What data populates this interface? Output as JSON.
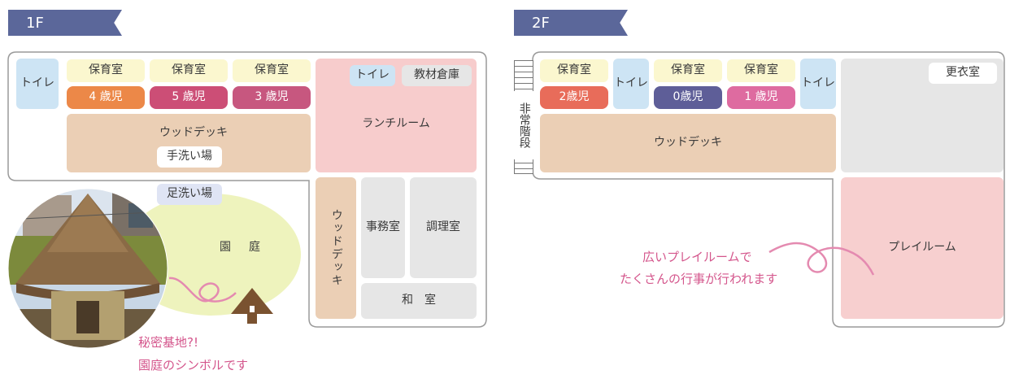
{
  "colors": {
    "tab": "#5b679a",
    "toilet": "#cde4f4",
    "nursery_label": "#fbf7cf",
    "wood_deck": "#ebcfb5",
    "lunch_room": "#f7cccc",
    "gray_room": "#e6e6e6",
    "play_room": "#f7cfcf",
    "garden": "#eef3bd",
    "age_4": "#ec8848",
    "age_5": "#cc4e76",
    "age_3": "#c7577f",
    "age_2": "#e86c5a",
    "age_0": "#5e5e98",
    "age_1": "#de6ba0",
    "caption": "#d4568c",
    "outline": "#9a9a9a"
  },
  "floor1": {
    "tab": "1F",
    "toilet": "トイレ",
    "nursery_4": {
      "label": "保育室",
      "age": "4 歳児"
    },
    "nursery_5": {
      "label": "保育室",
      "age": "5 歳児"
    },
    "nursery_3": {
      "label": "保育室",
      "age": "3 歳児"
    },
    "wood_deck": "ウッドデッキ",
    "handwash": "手洗い場",
    "footwash": "足洗い場",
    "lunch_toilet": "トイレ",
    "storage": "教材倉庫",
    "lunch_room": "ランチルーム",
    "wood_deck_vertical": "ウッドデッキ",
    "office": "事務室",
    "kitchen": "調理室",
    "japanese_room": "和　室",
    "garden": "園　庭",
    "caption_line1": "秘密基地?!",
    "caption_line2": "園庭のシンボルです",
    "photo_icon": "thatched-hut-photo",
    "hut_icon": "hut-icon"
  },
  "floor2": {
    "tab": "2F",
    "stairs": "非常階段",
    "nursery_2": {
      "label": "保育室",
      "age": "2歳児"
    },
    "toilet_a": "トイレ",
    "nursery_0": {
      "label": "保育室",
      "age": "0歳児"
    },
    "nursery_1": {
      "label": "保育室",
      "age": "1 歳児"
    },
    "toilet_b": "トイレ",
    "changing_room": "更衣室",
    "wood_deck": "ウッドデッキ",
    "play_room": "プレイルーム",
    "caption_line1": "広いプレイルームで",
    "caption_line2": "たくさんの行事が行われます"
  }
}
